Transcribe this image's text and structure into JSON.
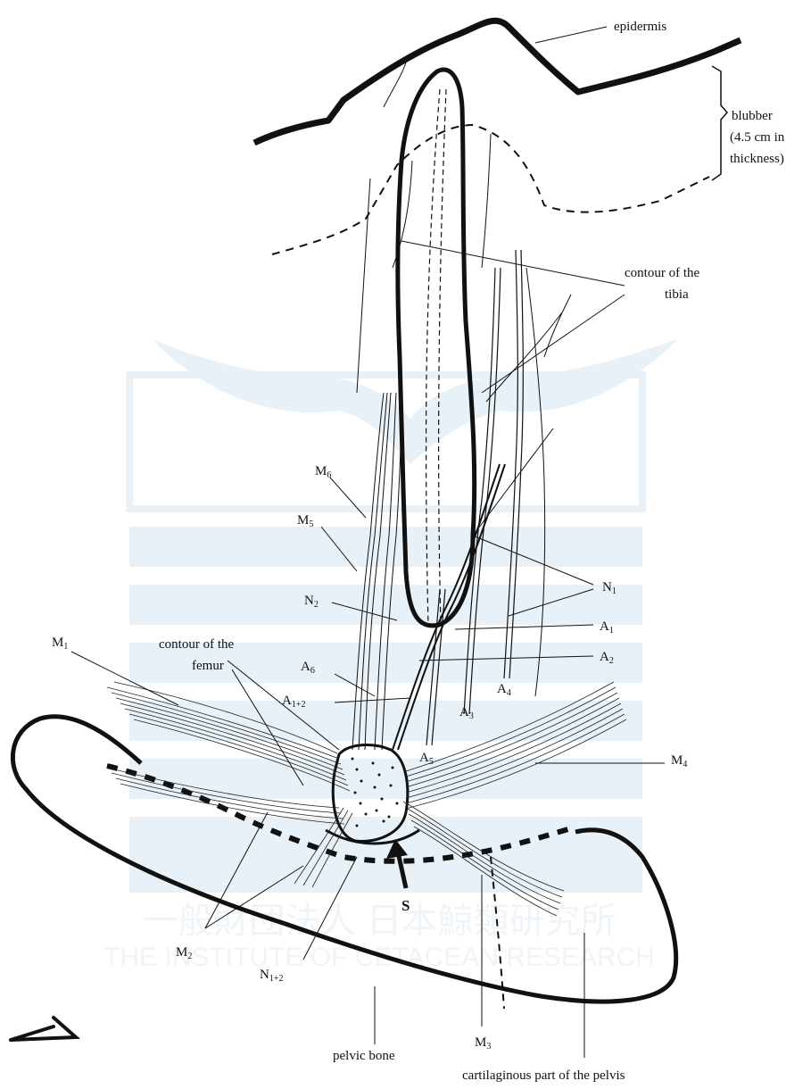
{
  "figure": {
    "labels": {
      "epidermis": "epidermis",
      "blubber": "blubber",
      "blubber_thickness_1": "(4.5 cm in",
      "blubber_thickness_2": "thickness)",
      "tibia_line1": "contour of the",
      "tibia_line2": "tibia",
      "femur_line1": "contour of the",
      "femur_line2": "femur",
      "pelvic_bone": "pelvic bone",
      "cartilaginous": "cartilaginous part of the pelvis",
      "s": "S"
    },
    "symbols": {
      "M1": {
        "base": "M",
        "sub": "1"
      },
      "M2": {
        "base": "M",
        "sub": "2"
      },
      "M3": {
        "base": "M",
        "sub": "3"
      },
      "M4": {
        "base": "M",
        "sub": "4"
      },
      "M5": {
        "base": "M",
        "sub": "5"
      },
      "M6": {
        "base": "M",
        "sub": "6"
      },
      "N1": {
        "base": "N",
        "sub": "1"
      },
      "N2": {
        "base": "N",
        "sub": "2"
      },
      "N12": {
        "base": "N",
        "sub": "1+2"
      },
      "A1": {
        "base": "A",
        "sub": "1"
      },
      "A2": {
        "base": "A",
        "sub": "2"
      },
      "A3": {
        "base": "A",
        "sub": "3"
      },
      "A4": {
        "base": "A",
        "sub": "4"
      },
      "A5": {
        "base": "A",
        "sub": "5"
      },
      "A6": {
        "base": "A",
        "sub": "6"
      },
      "A12": {
        "base": "A",
        "sub": "1+2"
      }
    },
    "watermark": {
      "jp": "一般財団法人 日本鯨類研究所",
      "en": "THE INSTITUTE OF CETACEAN RESEARCH"
    },
    "colors": {
      "ink": "#111111",
      "watermark": "#d6e6f2"
    }
  }
}
